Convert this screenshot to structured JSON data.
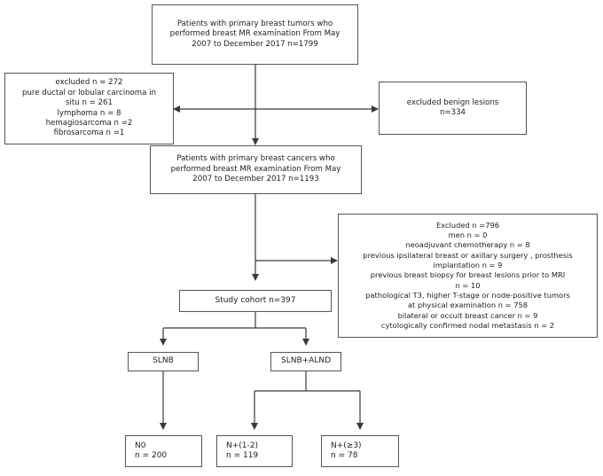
{
  "nodes": {
    "patients_tumors": {
      "lines": [
        "Patients with primary breast tumors who",
        "performed breast MR examination From May",
        "2007 to December 2017 n=1799"
      ]
    },
    "excluded_272": {
      "lines": [
        "excluded n = 272",
        "pure ductal or lobular carcinoma in",
        "situ n = 261",
        "lymphoma n = 8",
        "hemagiosarcoma n =2",
        "fibrosarcoma n =1"
      ]
    },
    "excluded_benign": {
      "lines": [
        "excluded benign lesions",
        "n=334"
      ]
    },
    "patients_cancers": {
      "lines": [
        "Patients with primary breast cancers who",
        "performed breast MR examination From May",
        "2007 to December 2017 n=1193"
      ]
    },
    "excluded_796": {
      "lines": [
        "Excluded n =796",
        "men n = 0",
        "neoadjuvant chemotherapy n = 8",
        "previous ipsilateral breast or axillary surgery , prosthesis",
        "implantation  n = 9",
        "previous breast biopsy for breast lesions prior to MRI",
        "n = 10",
        "pathological T3, higher T-stage or node-positive  tumors",
        "at physical examination n = 758",
        "bilateral or occult breast cancer n = 9",
        "cytologically confirmed nodal metastasis n = 2"
      ]
    },
    "study_cohort": {
      "lines": [
        "Study cohort n=397"
      ]
    },
    "slnb": {
      "lines": [
        "SLNB"
      ]
    },
    "slnb_alnd": {
      "lines": [
        "SLNB+ALND"
      ]
    },
    "n0": {
      "lines": [
        "N0",
        "n = 200"
      ]
    },
    "n_1_2": {
      "lines": [
        "N+(1-2)",
        "n = 119"
      ]
    },
    "n_3": {
      "lines": [
        "N+(≥3)",
        "n = 78"
      ]
    }
  },
  "colors": {
    "line": "#3a3a3a",
    "border": "#555555",
    "text": "#222222"
  }
}
